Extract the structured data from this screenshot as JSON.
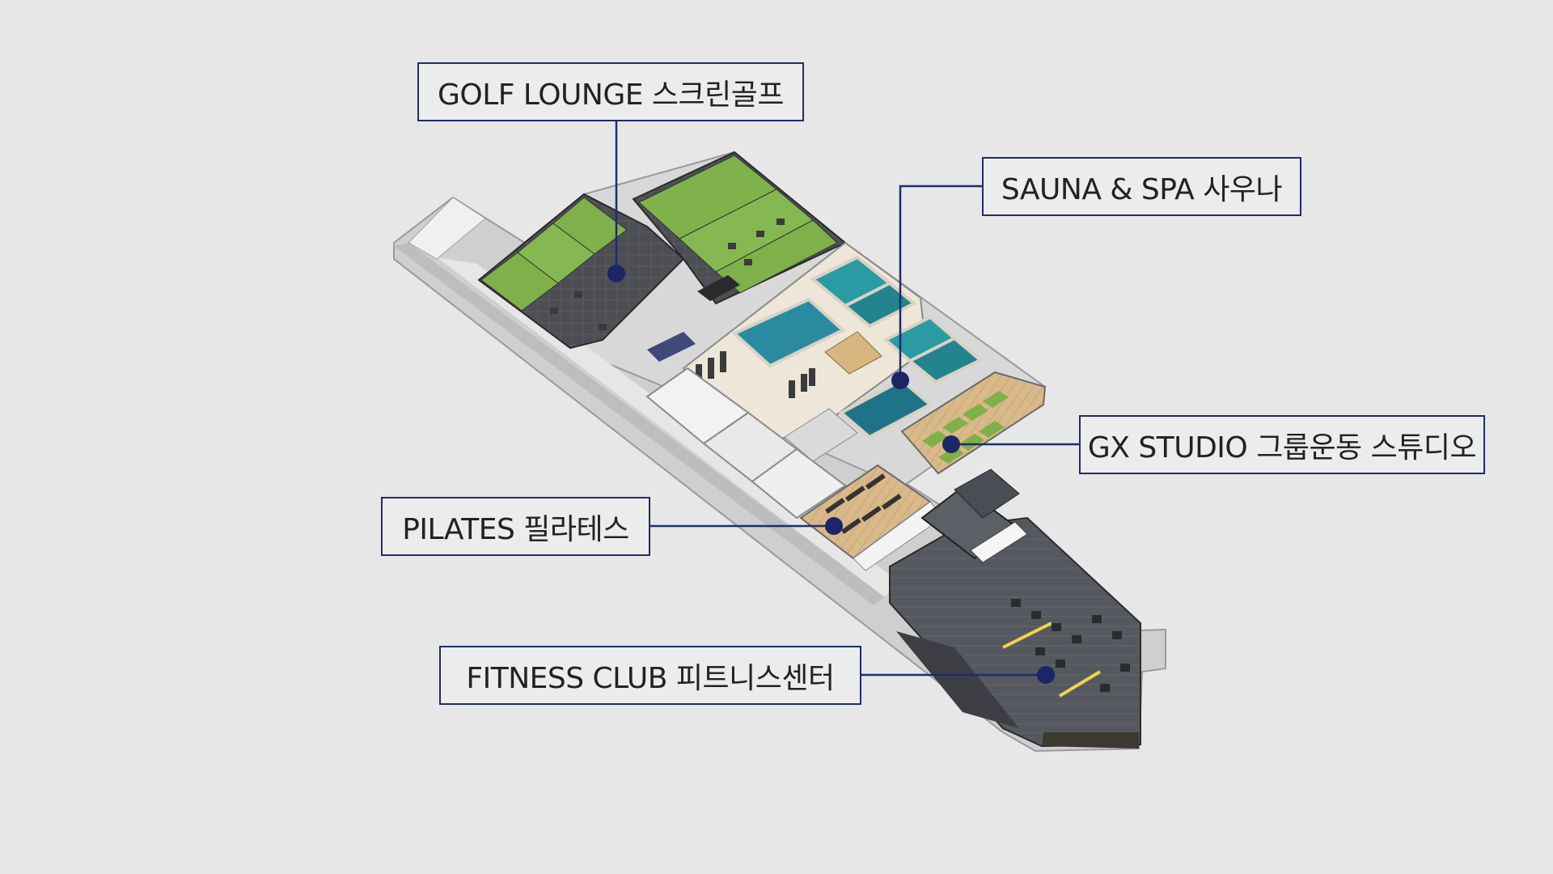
{
  "colors": {
    "background": "#e7e7e8",
    "label_border": "#1f2d6b",
    "leader_line": "#1f2d6b",
    "marker_dot": "#1c2566",
    "golf_turf": "#7fb04a",
    "pool_water": "#2a8aa0",
    "wall": "#f3f3f3",
    "floor_dark": "#4a4c52",
    "wood_floor": "#d9b98a"
  },
  "labels": {
    "golf": "GOLF LOUNGE 스크린골프",
    "sauna": "SAUNA & SPA 사우나",
    "gx": "GX STUDIO 그룹운동 스튜디오",
    "pilates": "PILATES 필라테스",
    "fitness": "FITNESS CLUB 피트니스센터"
  }
}
